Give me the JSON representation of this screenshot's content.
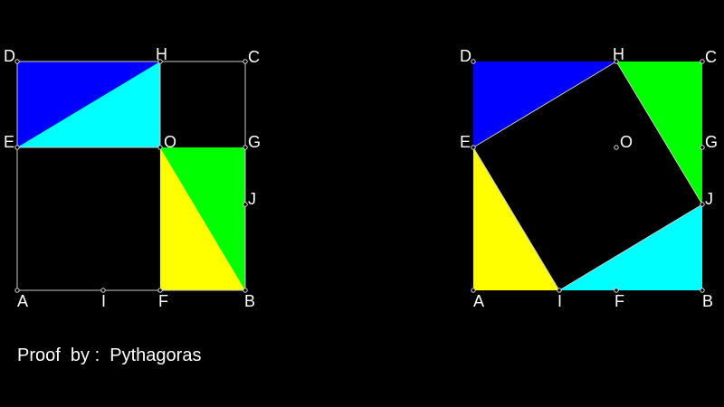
{
  "caption": "Proof  by :  Pythagoras",
  "colors": {
    "blue": "#0000ff",
    "cyan": "#00ffff",
    "green": "#00ff00",
    "yellow": "#ffff00",
    "outline": "#c8c8c8",
    "text": "#ffffff",
    "background": "#000000"
  },
  "left_figure": {
    "labels": {
      "D": "D",
      "H": "H",
      "C": "C",
      "E": "E",
      "O": "O",
      "G": "G",
      "J": "J",
      "A": "A",
      "I": "I",
      "F": "F",
      "B": "B"
    },
    "triangles": [
      {
        "name": "EDH",
        "color": "blue"
      },
      {
        "name": "EHO",
        "color": "cyan"
      },
      {
        "name": "OGB",
        "color": "green"
      },
      {
        "name": "OBF",
        "color": "yellow"
      }
    ]
  },
  "right_figure": {
    "labels": {
      "D": "D",
      "H": "H",
      "C": "C",
      "E": "E",
      "O": "O",
      "G": "G",
      "J": "J",
      "A": "A",
      "I": "I",
      "F": "F",
      "B": "B"
    },
    "triangles": [
      {
        "name": "EDH",
        "color": "blue"
      },
      {
        "name": "HCJ",
        "color": "green"
      },
      {
        "name": "IJB",
        "color": "cyan"
      },
      {
        "name": "EAI",
        "color": "yellow"
      }
    ]
  }
}
